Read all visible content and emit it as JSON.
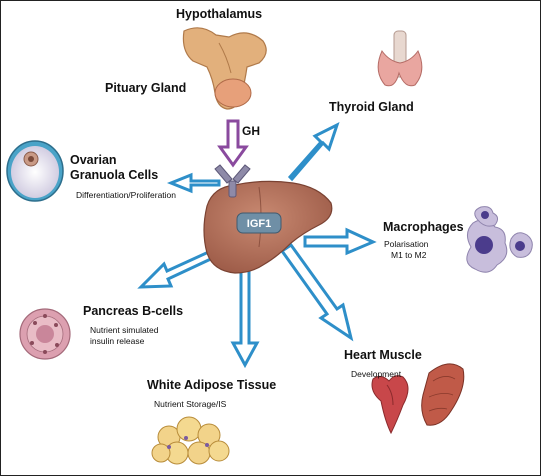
{
  "nodes": {
    "hypothalamus": "Hypothalamus",
    "pituitary": "Pituary Gland",
    "gh": "GH",
    "thyroid": "Thyroid Gland",
    "ovarian_line1": "Ovarian",
    "ovarian_line2": "Granuola Cells",
    "ovarian_desc": "Differentiation/Proliferation",
    "igf1": "IGF1",
    "macrophages": "Macrophages",
    "macrophages_desc_line1": "Polarisation",
    "macrophages_desc_line2": "M1 to M2",
    "pancreas": "Pancreas B-cells",
    "pancreas_desc_line1": "Nutrient simulated",
    "pancreas_desc_line2": "insulin release",
    "heart": "Heart Muscle",
    "heart_desc": "Development",
    "adipose": "White Adipose Tissue",
    "adipose_desc": "Nutrient Storage/IS"
  },
  "colors": {
    "arrow_blue": "#2e8fc9",
    "gh_arrow_purple": "#8a4a9e",
    "liver": "#b3705a",
    "liver_dark": "#8c4f3e",
    "igf_badge": "#6f8fa6",
    "receptor": "#8e8aa8"
  }
}
